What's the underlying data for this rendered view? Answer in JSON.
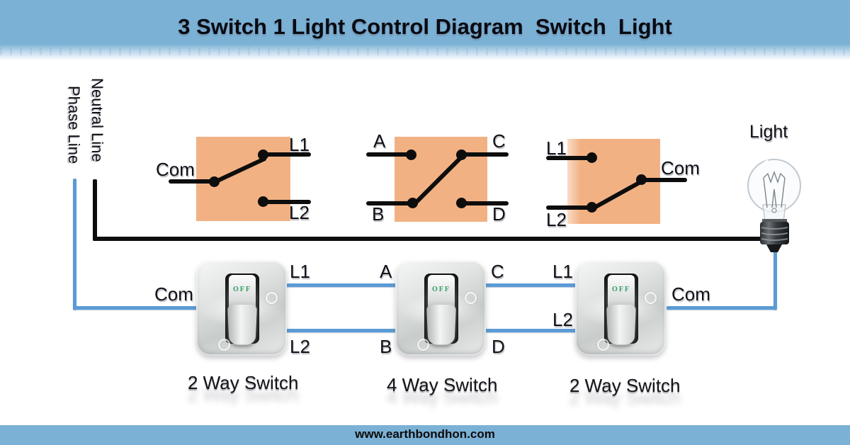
{
  "header": {
    "title": "3 Switch 1 Light Control Diagram  Switch  Light"
  },
  "footer": {
    "website": "www.earthbondhon.com"
  },
  "supply": {
    "neutral_label": "Neutral Line",
    "phase_label": "Phase Line"
  },
  "light": {
    "label": "Light"
  },
  "schematic1": {
    "com": "Com",
    "l1": "L1",
    "l2": "L2"
  },
  "schematic2": {
    "a": "A",
    "b": "B",
    "c": "C",
    "d": "D"
  },
  "schematic3": {
    "l1": "L1",
    "l2": "L2",
    "com": "Com"
  },
  "wiring_labels": {
    "com_left": "Com",
    "l1_left": "L1",
    "l2_left": "L2",
    "a": "A",
    "b": "B",
    "c": "C",
    "d": "D",
    "l1_right": "L1",
    "l2_right": "L2",
    "com_right": "Com"
  },
  "switches": [
    {
      "caption": "2 Way Switch",
      "state": "OFF"
    },
    {
      "caption": "4 Way Switch",
      "state": "OFF"
    },
    {
      "caption": "2 Way Switch",
      "state": "OFF"
    }
  ],
  "colors": {
    "banner_blue": "#7bb1d5",
    "wire_blue": "#5b9bd5",
    "wire_black": "#0d0d0d",
    "box_orange": "#f2b183",
    "off_green": "#2e9e63"
  }
}
